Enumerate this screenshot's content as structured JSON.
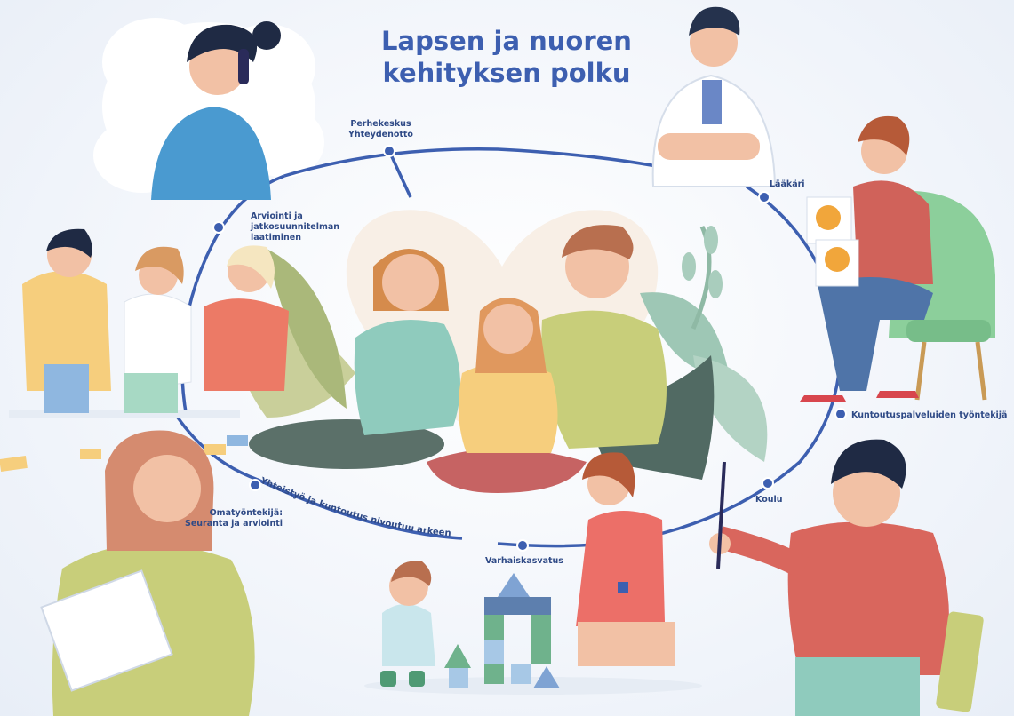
{
  "title": {
    "line1": "Lapsen ja nuoren",
    "line2": "kehityksen polku"
  },
  "colors": {
    "path": "#3d5fb0",
    "title": "#3d5fb0",
    "node": "#3d5fb0",
    "heart": "#f8efe6"
  },
  "stations": {
    "perhekeskus": {
      "line1": "Perhekeskus",
      "line2": "Yhteydenotto"
    },
    "laakari": {
      "label": "Lääkäri"
    },
    "kuntoutus": {
      "label": "Kuntoutuspalveluiden työntekijä"
    },
    "koulu": {
      "label": "Koulu"
    },
    "varhaiskasvatus": {
      "label": "Varhaiskasvatus"
    },
    "yhteistyo": {
      "label": "Yhteistyö ja kuntoutus nivoutuu arkeen"
    },
    "omatyontekija": {
      "line1": "Omatyöntekijä:",
      "line2": "Seuranta ja arviointi"
    },
    "arviointi": {
      "line1": "Arviointi ja",
      "line2": "jatkosuunnitelman",
      "line3": "laatiminen"
    }
  }
}
